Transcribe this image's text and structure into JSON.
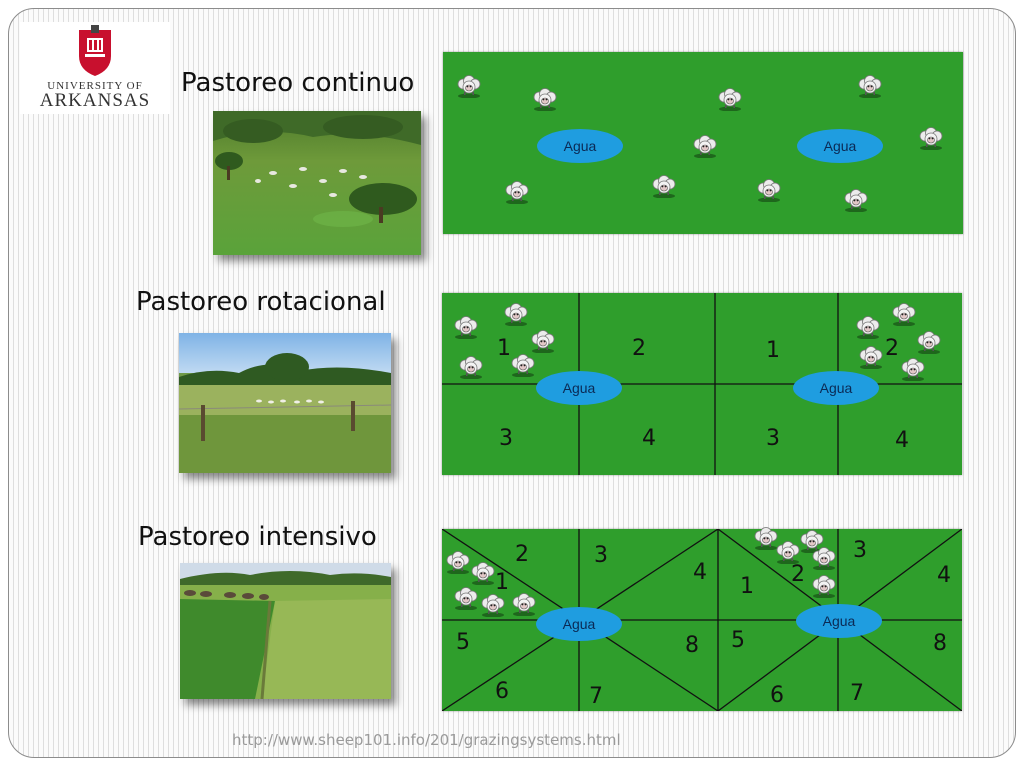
{
  "logo": {
    "line1": "UNIVERSITY OF",
    "line2": "ARKANSAS"
  },
  "colors": {
    "pasture": "#2f9e2c",
    "water": "#1f9de0",
    "logo_red": "#c8102e"
  },
  "sections": [
    {
      "title": "Pastoreo continuo",
      "water_label": "Agua",
      "water_count": 2
    },
    {
      "title": "Pastoreo rotacional",
      "water_label": "Agua",
      "left_paddocks": [
        "1",
        "2",
        "3",
        "4"
      ],
      "right_paddocks": [
        "1",
        "2",
        "3",
        "4"
      ]
    },
    {
      "title": "Pastoreo intensivo",
      "water_label": "Agua",
      "left_paddocks": [
        "1",
        "2",
        "3",
        "4",
        "5",
        "6",
        "7",
        "8"
      ],
      "right_paddocks": [
        "1",
        "2",
        "3",
        "4",
        "5",
        "6",
        "7",
        "8"
      ]
    }
  ],
  "icons": {
    "sheep": "sheep-icon",
    "logo": "university-seal-icon"
  },
  "source_url": "http://www.sheep101.info/201/grazingsystems.html"
}
